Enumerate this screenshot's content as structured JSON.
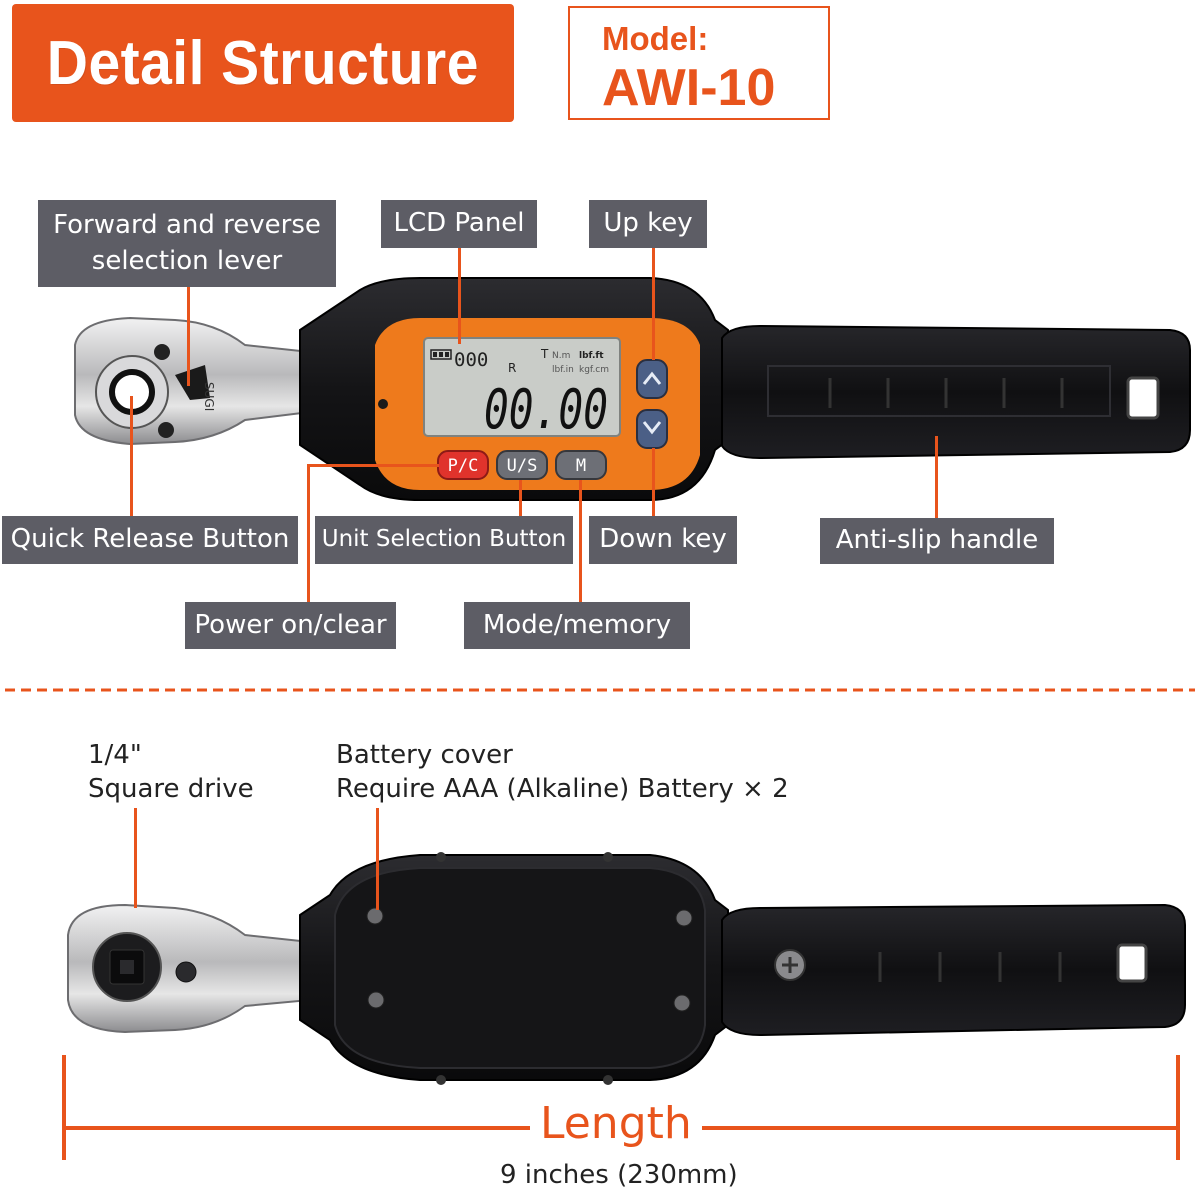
{
  "header": {
    "title": "Detail Structure",
    "model_label": "Model:",
    "model_value": "AWI-10"
  },
  "wrench_display": {
    "brand_mark": "SUGI",
    "battery_readout": "000",
    "indicator_t": "T",
    "indicator_r": "R",
    "unit_nm": "N.m",
    "unit_lbfft": "lbf.ft",
    "unit_lbfin": "lbf.in",
    "unit_kgfcm": "kgf.cm",
    "main_readout": "00.00",
    "button_pc": "P/C",
    "button_us": "U/S",
    "button_m": "M"
  },
  "callouts": {
    "forward_reverse": "Forward and reverse\nselection lever",
    "lcd_panel": "LCD Panel",
    "up_key": "Up key",
    "quick_release": "Quick Release Button",
    "unit_selection": "Unit Selection Button",
    "down_key": "Down key",
    "anti_slip": "Anti-slip handle",
    "power_clear": "Power on/clear",
    "mode_memory": "Mode/memory"
  },
  "bottom": {
    "square_drive": "1/4\"\nSquare drive",
    "battery_cover": "Battery cover\nRequire AAA (Alkaline) Battery × 2",
    "length_title": "Length",
    "length_value": "9 inches (230mm)"
  },
  "colors": {
    "accent": "#e8541c",
    "label_bg": "#5d5d65",
    "lcd_bezel": "#ee7a1c",
    "lcd_screen": "#c9ccc8",
    "wrench_body": "#1b1b1e"
  }
}
